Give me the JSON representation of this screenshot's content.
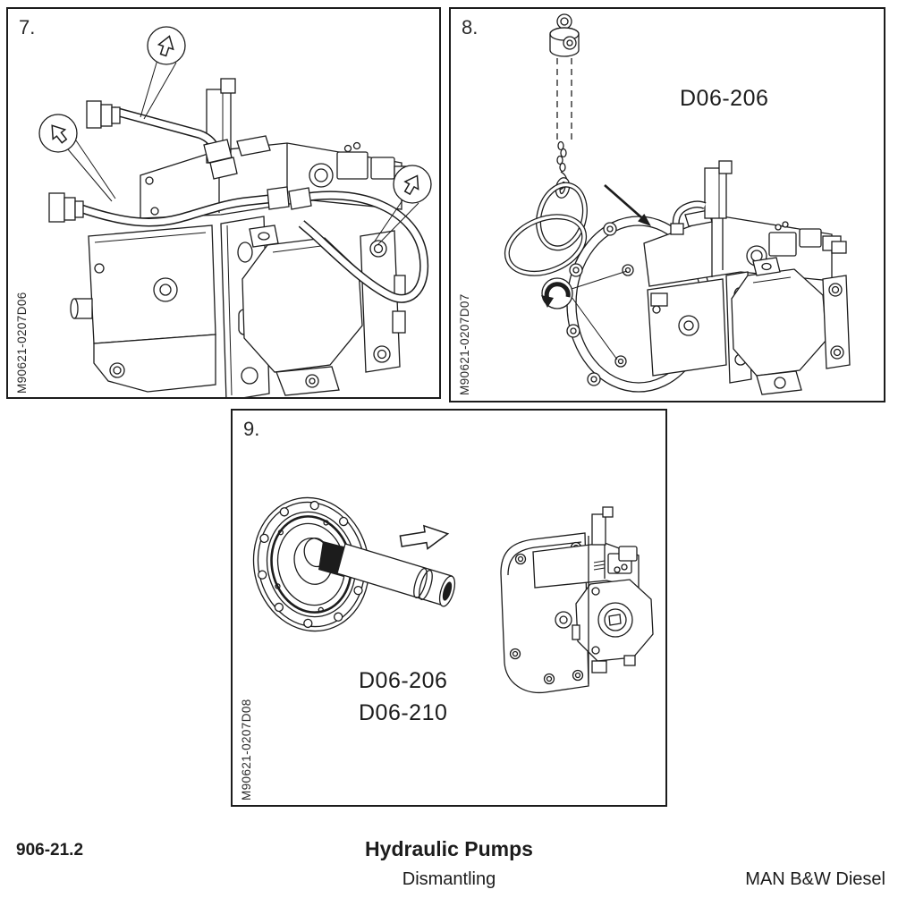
{
  "page_background": "#ffffff",
  "line_color": "#1c1c1c",
  "panels": [
    {
      "figure_number": "7.",
      "drawing_id": "M90621-0207D06",
      "labels": []
    },
    {
      "figure_number": "8.",
      "drawing_id": "M90621-0207D07",
      "labels": [
        "D06-206"
      ]
    },
    {
      "figure_number": "9.",
      "drawing_id": "M90621-0207D08",
      "labels": [
        "D06-206",
        "D06-210"
      ]
    }
  ],
  "footer": {
    "section_number": "906-21.2",
    "title": "Hydraulic Pumps",
    "subtitle": "Dismantling",
    "company": "MAN B&W Diesel"
  },
  "icons": {
    "direction_balloon": "hollow-arrow-in-circle",
    "rotation": "curved-arrow-in-circle",
    "move_arrow": "hollow-block-arrow",
    "lift_arrow": "solid-arrow"
  }
}
